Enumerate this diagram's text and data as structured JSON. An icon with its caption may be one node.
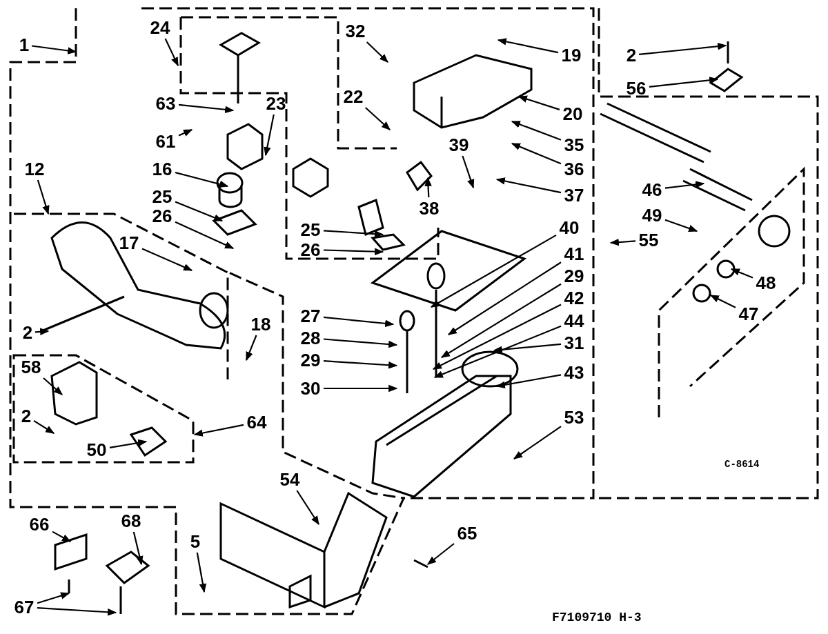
{
  "diagram": {
    "nodes": [
      {
        "text": [
          "1"
        ]
      },
      {
        "text": [
          "24"
        ]
      },
      {
        "text": [
          "32"
        ]
      },
      {
        "text": [
          "22"
        ]
      },
      {
        "text": [
          "19"
        ]
      },
      {
        "text": [
          "2"
        ]
      },
      {
        "text": [
          "56"
        ]
      },
      {
        "text": [
          "63"
        ]
      },
      {
        "text": [
          "23"
        ]
      },
      {
        "text": [
          "20"
        ]
      },
      {
        "text": [
          "61"
        ]
      },
      {
        "text": [
          "35"
        ]
      },
      {
        "text": [
          "36"
        ]
      },
      {
        "text": [
          "12"
        ]
      },
      {
        "text": [
          "16"
        ]
      },
      {
        "text": [
          "39"
        ]
      },
      {
        "text": [
          "37"
        ]
      },
      {
        "text": [
          "38"
        ]
      },
      {
        "text": [
          "46"
        ]
      },
      {
        "text": [
          "25"
        ]
      },
      {
        "text": [
          "49"
        ]
      },
      {
        "text": [
          "26"
        ]
      },
      {
        "text": [
          "25"
        ]
      },
      {
        "text": [
          "40"
        ]
      },
      {
        "text": [
          "55"
        ]
      },
      {
        "text": [
          "26"
        ]
      },
      {
        "text": [
          "41"
        ]
      },
      {
        "text": [
          "29"
        ]
      },
      {
        "text": [
          "42"
        ]
      },
      {
        "text": [
          "48"
        ]
      },
      {
        "text": [
          "47"
        ]
      },
      {
        "text": [
          "17"
        ]
      },
      {
        "text": [
          "2"
        ]
      },
      {
        "text": [
          "18"
        ]
      },
      {
        "text": [
          "27"
        ]
      },
      {
        "text": [
          "44"
        ]
      },
      {
        "text": [
          "28"
        ]
      },
      {
        "text": [
          "29"
        ]
      },
      {
        "text": [
          "31"
        ]
      },
      {
        "text": [
          "58"
        ]
      },
      {
        "text": [
          "43"
        ]
      },
      {
        "text": [
          "2"
        ]
      },
      {
        "text": [
          "30"
        ]
      },
      {
        "text": [
          "64"
        ]
      },
      {
        "text": [
          "50"
        ]
      },
      {
        "text": [
          "53"
        ]
      },
      {
        "text": [
          "54"
        ]
      },
      {
        "text": [
          "66"
        ]
      },
      {
        "text": [
          "68"
        ]
      },
      {
        "text": [
          "65"
        ]
      },
      {
        "text": [
          "5"
        ]
      },
      {
        "text": [
          "67"
        ]
      }
    ],
    "edges": [
      {
        "from": 0,
        "to": null,
        "arrow": "to"
      },
      {
        "from": 1,
        "to": null,
        "arrow": "to"
      },
      {
        "from": 2,
        "to": null,
        "arrow": "to"
      },
      {
        "from": 3,
        "to": null,
        "arrow": "to"
      },
      {
        "from": 4,
        "to": null,
        "arrow": "to"
      },
      {
        "from": 5,
        "to": null,
        "arrow": "to"
      },
      {
        "from": 6,
        "to": null,
        "arrow": "to"
      },
      {
        "from": 7,
        "to": null,
        "arrow": "to"
      },
      {
        "from": 8,
        "to": null,
        "arrow": "to"
      },
      {
        "from": 9,
        "to": null,
        "arrow": "to"
      },
      {
        "from": 10,
        "to": null,
        "arrow": "to"
      },
      {
        "from": 11,
        "to": null,
        "arrow": "to"
      },
      {
        "from": 12,
        "to": null,
        "arrow": "to"
      },
      {
        "from": 13,
        "to": null,
        "arrow": "to"
      },
      {
        "from": 14,
        "to": null,
        "arrow": "to"
      },
      {
        "from": 15,
        "to": null,
        "arrow": "to"
      },
      {
        "from": 16,
        "to": null,
        "arrow": "to"
      },
      {
        "from": 17,
        "to": null,
        "arrow": "to"
      },
      {
        "from": 18,
        "to": null,
        "arrow": "to"
      },
      {
        "from": 19,
        "to": null,
        "arrow": "to"
      },
      {
        "from": 20,
        "to": null,
        "arrow": "to"
      },
      {
        "from": 21,
        "to": null,
        "arrow": "to"
      },
      {
        "from": 22,
        "to": null,
        "arrow": "to"
      },
      {
        "from": 23,
        "to": null,
        "arrow": "to"
      },
      {
        "from": 24,
        "to": null,
        "arrow": "to"
      },
      {
        "from": 25,
        "to": null,
        "arrow": "to"
      },
      {
        "from": 26,
        "to": null,
        "arrow": "to"
      },
      {
        "from": 27,
        "to": null,
        "arrow": "to"
      },
      {
        "from": 28,
        "to": null,
        "arrow": "to"
      },
      {
        "from": 29,
        "to": null,
        "arrow": "to"
      },
      {
        "from": 30,
        "to": null,
        "arrow": "to"
      },
      {
        "from": 31,
        "to": null,
        "arrow": "to"
      },
      {
        "from": 32,
        "to": null,
        "arrow": "to"
      },
      {
        "from": 33,
        "to": null,
        "arrow": "to"
      },
      {
        "from": 34,
        "to": null,
        "arrow": "to"
      },
      {
        "from": 35,
        "to": null,
        "arrow": "to"
      },
      {
        "from": 36,
        "to": null,
        "arrow": "to"
      },
      {
        "from": 37,
        "to": null,
        "arrow": "to"
      },
      {
        "from": 38,
        "to": null,
        "arrow": "to"
      },
      {
        "from": 39,
        "to": null,
        "arrow": "to"
      },
      {
        "from": 40,
        "to": null,
        "arrow": "to"
      },
      {
        "from": 41,
        "to": null,
        "arrow": "to"
      },
      {
        "from": 42,
        "to": null,
        "arrow": "to"
      },
      {
        "from": 43,
        "to": null,
        "arrow": "to"
      },
      {
        "from": 44,
        "to": null,
        "arrow": "to"
      },
      {
        "from": 45,
        "to": null,
        "arrow": "to"
      },
      {
        "from": 46,
        "to": null,
        "arrow": "to"
      },
      {
        "from": 47,
        "to": null,
        "arrow": "to"
      },
      {
        "from": 48,
        "to": null,
        "arrow": "to"
      },
      {
        "from": 49,
        "to": null,
        "arrow": "to"
      },
      {
        "from": 50,
        "to": null,
        "arrow": "to"
      },
      {
        "from": 51,
        "to": null,
        "arrow": "to"
      },
      {
        "from": 51,
        "to": null,
        "arrow": "to"
      }
    ],
    "labels": [
      "C-8614",
      "F7109710 H-3"
    ]
  }
}
